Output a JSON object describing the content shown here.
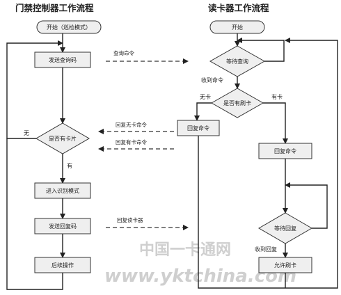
{
  "left": {
    "title": "门禁控制器工作流程",
    "start": "开始（巡检模式）",
    "send_query": "发送查询码",
    "decision": "是否有卡片",
    "no_label": "无",
    "yes_label": "有",
    "enter_mode": "进入识别模式",
    "send_reply": "发送回复码",
    "followup": "后续操作"
  },
  "right": {
    "title": "读卡器工作流程",
    "start": "开始",
    "wait_query": "等待查询",
    "received_cmd": "收到命令",
    "decision": "是否有刷卡",
    "no_label": "无卡",
    "yes_label": "有卡",
    "reply_left": "回复命令",
    "reply_right": "回复命令",
    "wait_reply": "等待回复",
    "received_reply": "收到回复",
    "allow": "允许刷卡"
  },
  "messages": {
    "query_cmd": "查询命令",
    "reply_no_card": "回复无卡命令",
    "reply_has_card": "回复有卡命令",
    "reply_read_card": "回复读卡器"
  },
  "watermark": {
    "cn": "中国一卡通网",
    "url": "www.yktchina.com"
  }
}
